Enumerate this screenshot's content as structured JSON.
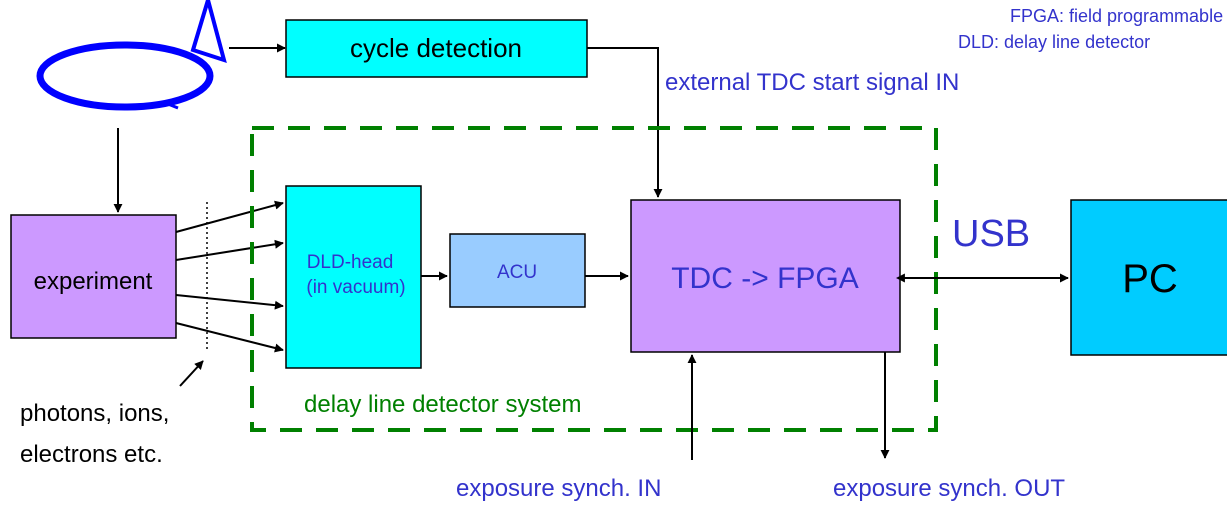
{
  "legend": {
    "line1": "FPGA: field programmable gate array",
    "line2": "DLD: delay line detector"
  },
  "blocks": {
    "cycle_detection": "cycle detection",
    "experiment": "experiment",
    "dld_head_line1": "DLD-head",
    "dld_head_line2": "(in vacuum)",
    "acu": "ACU",
    "tdc_fpga": "TDC -> FPGA",
    "pc": "PC"
  },
  "labels": {
    "external_tdc_start": "external TDC start signal IN",
    "delay_line_system": "delay line detector system",
    "usb": "USB",
    "particles_line1": "photons, ions,",
    "particles_line2": "electrons etc.",
    "exposure_in": "exposure synch. IN",
    "exposure_out": "exposure synch. OUT"
  },
  "colors": {
    "cyan_box": "#00ffff",
    "purple_box": "#cc99ff",
    "light_blue_box": "#99ccff",
    "pc_box": "#00ccff",
    "label_blue": "#3333cc",
    "system_green": "#008000",
    "loop_blue": "#0000ff"
  }
}
